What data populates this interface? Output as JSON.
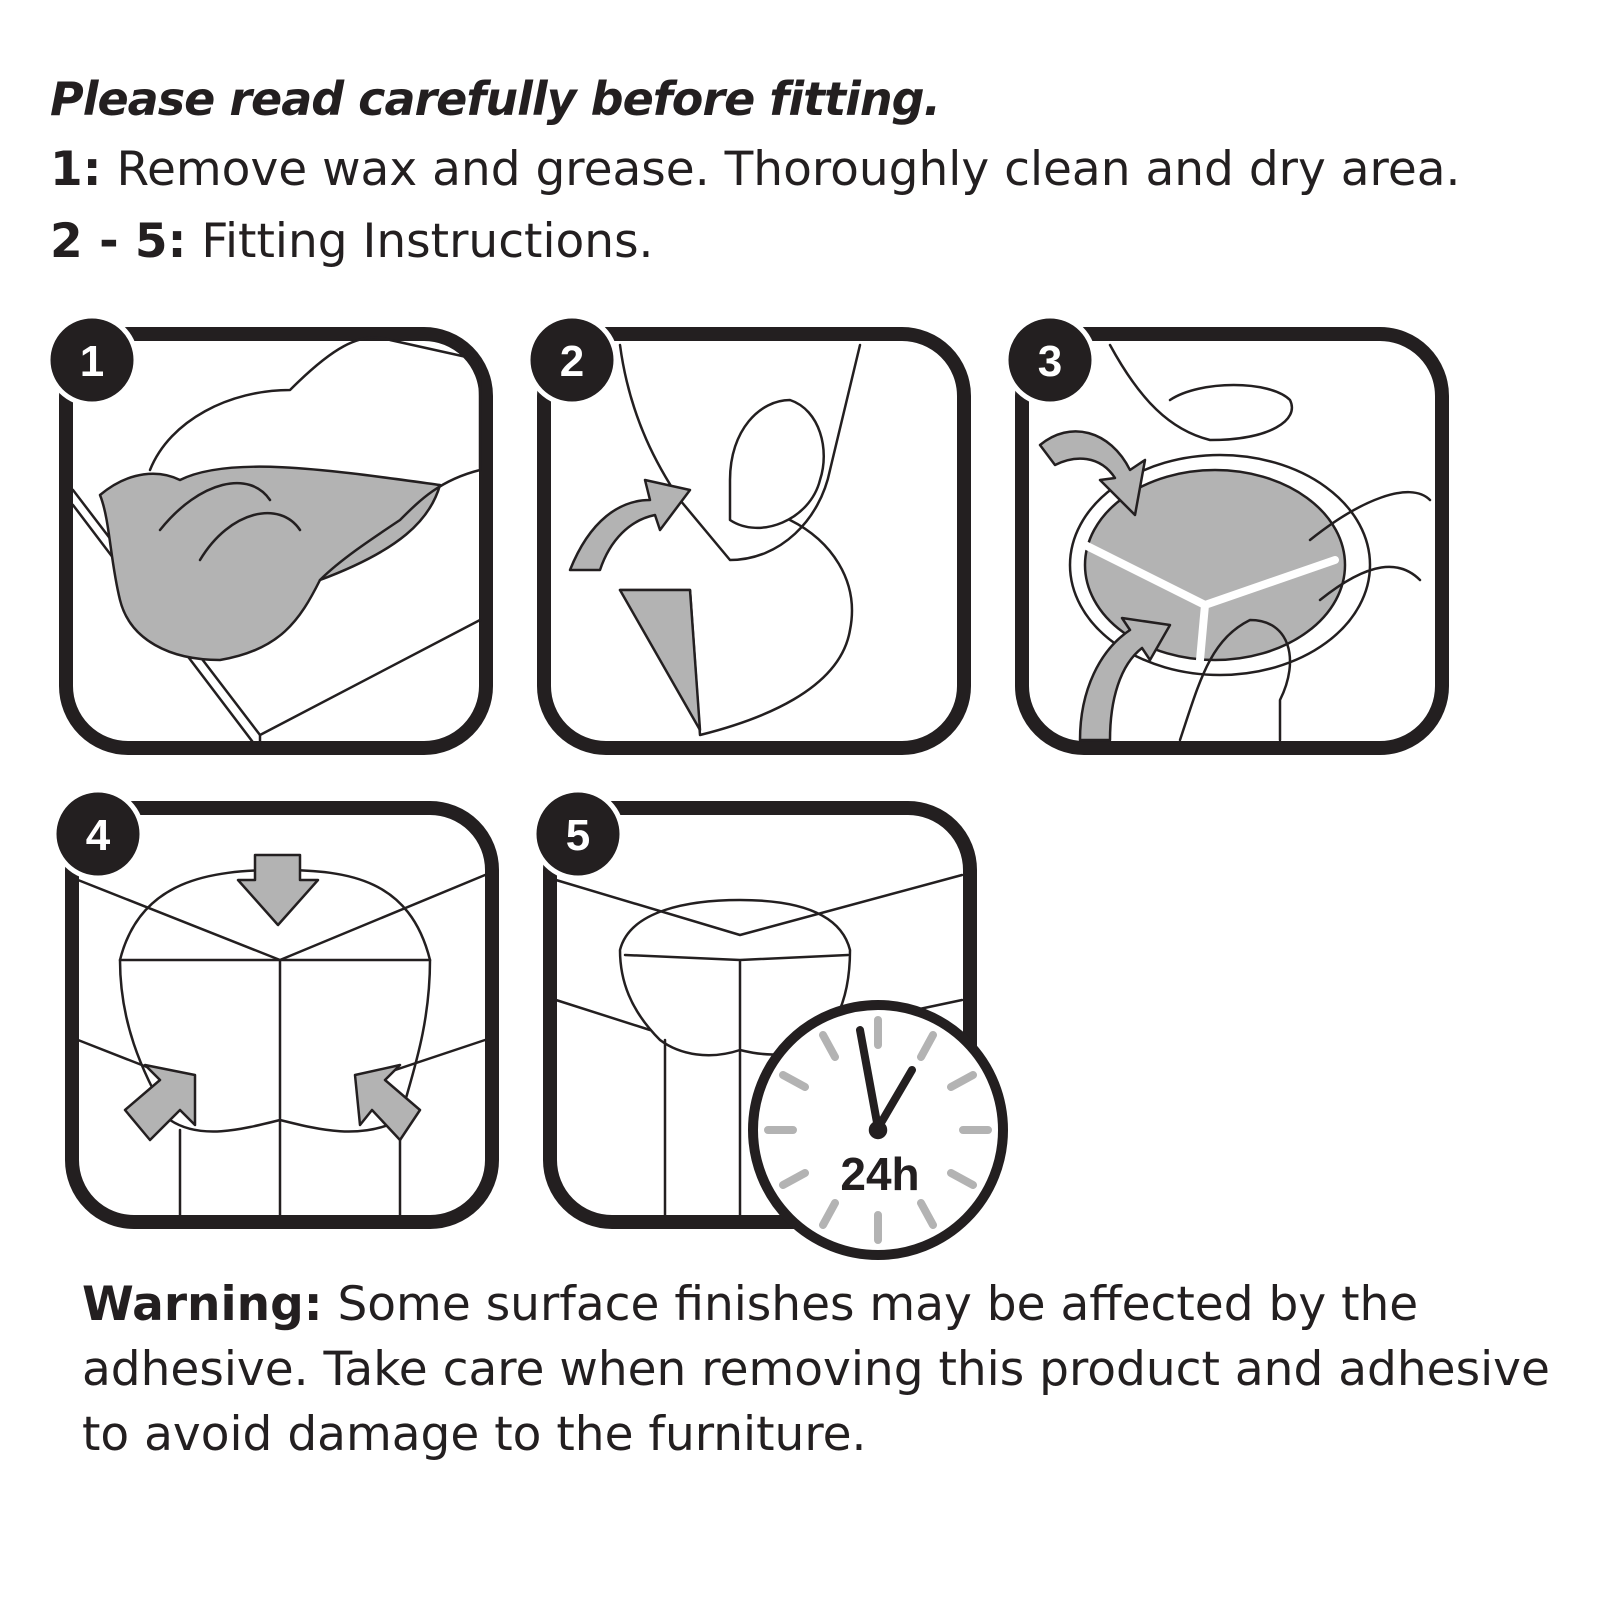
{
  "heading": "Please read carefully before fitting.",
  "steps_text": [
    {
      "label": "1:",
      "text": " Remove wax and grease. Thoroughly clean and dry area."
    },
    {
      "label": "2 - 5:",
      "text": " Fitting Instructions."
    }
  ],
  "panels": [
    {
      "number": "1"
    },
    {
      "number": "2"
    },
    {
      "number": "3"
    },
    {
      "number": "4"
    },
    {
      "number": "5",
      "clock_label": "24h"
    }
  ],
  "warning": {
    "label": "Warning:",
    "text": " Some surface finishes may be affected by the adhesive. Take care when removing this product and adhesive to avoid damage to the furniture."
  },
  "colors": {
    "ink": "#231f20",
    "grey": "#b3b3b3"
  }
}
